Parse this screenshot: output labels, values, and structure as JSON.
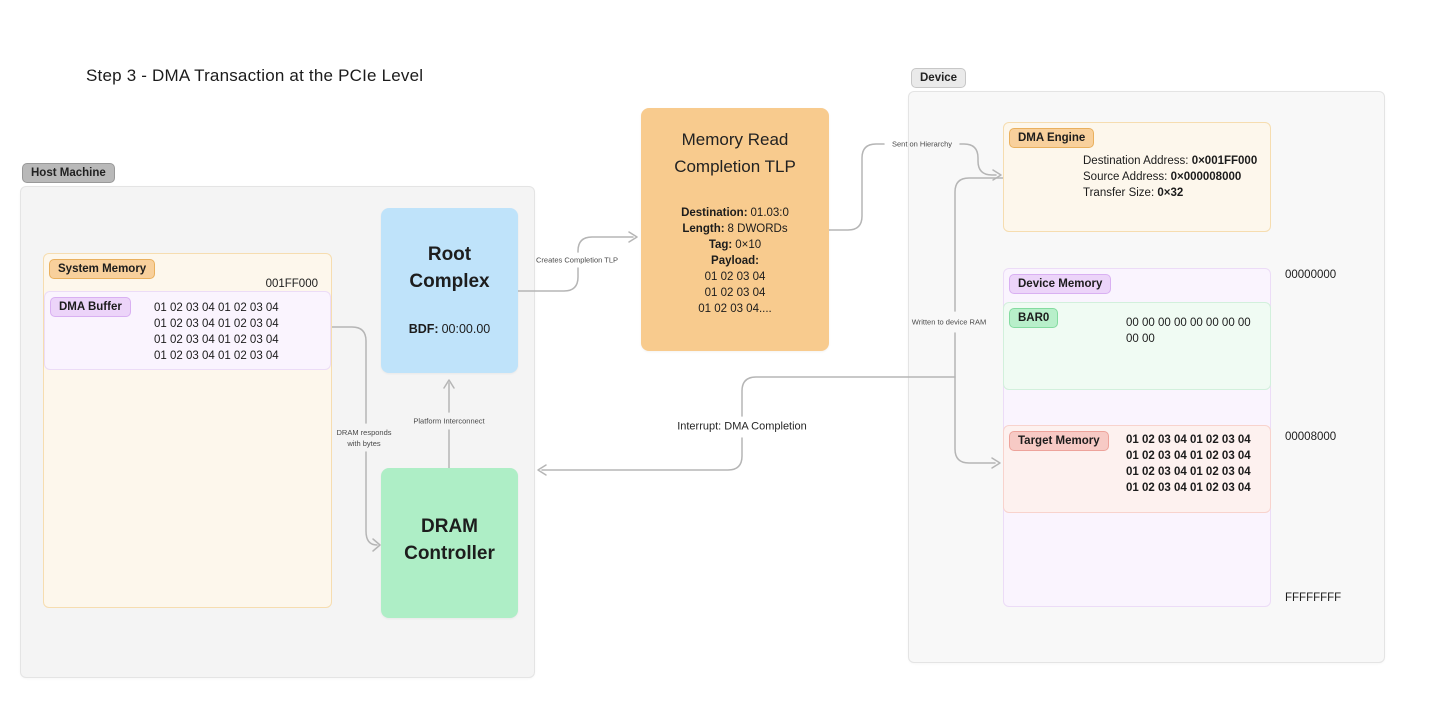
{
  "title": "Step 3 - DMA Transaction at the PCIe Level",
  "host": {
    "badge": "Host Machine",
    "system_memory": {
      "badge": "System Memory",
      "address": "001FF000",
      "dma_buffer": {
        "badge": "DMA Buffer",
        "lines": [
          "01 02 03 04 01 02 03 04",
          "01 02 03 04 01 02 03 04",
          "01 02 03 04 01 02 03 04",
          "01 02 03 04 01 02 03 04"
        ]
      }
    },
    "root_complex": {
      "line1": "Root",
      "line2": "Complex",
      "bdf_label": "BDF:",
      "bdf_value": "00:00.00"
    },
    "dram_controller": {
      "line1": "DRAM",
      "line2": "Controller"
    }
  },
  "tlp": {
    "line1": "Memory Read",
    "line2": "Completion TLP",
    "fields": [
      {
        "label": "Destination:",
        "value": "01.03:0"
      },
      {
        "label": "Length:",
        "value": "8 DWORDs"
      },
      {
        "label": "Tag:",
        "value": "0×10"
      },
      {
        "label": "Payload:",
        "value": ""
      }
    ],
    "payload_lines": [
      "01 02 03 04",
      "01 02 03 04",
      "01 02 03 04...."
    ]
  },
  "device": {
    "badge": "Device",
    "dma_engine": {
      "badge": "DMA Engine",
      "fields": [
        {
          "label": "Destination Address:",
          "value": "0×001FF000"
        },
        {
          "label": "Source Address:",
          "value": "0×000008000"
        },
        {
          "label": "Transfer Size:",
          "value": "0×32"
        }
      ]
    },
    "device_memory": {
      "badge": "Device Memory",
      "bar0": {
        "badge": "BAR0",
        "lines": [
          "00 00 00 00 00 00 00 00",
          "00 00"
        ]
      },
      "target_memory": {
        "badge": "Target Memory",
        "lines": [
          "01 02 03 04 01 02 03 04",
          "01 02 03 04 01 02 03 04",
          "01 02 03 04 01 02 03 04",
          "01 02 03 04 01 02 03 04"
        ]
      }
    },
    "addresses": [
      "00000000",
      "00008000",
      "FFFFFFFF"
    ]
  },
  "arrows": {
    "creates": "Creates Completion TLP",
    "sent": "Sent on Hierarchy",
    "written": "Written to device RAM",
    "interrupt": "Interrupt: DMA Completion",
    "dram_responds_line1": "DRAM responds",
    "dram_responds_line2": "with bytes",
    "platform": "Platform Interconnect"
  },
  "colors": {
    "page-bg": "#ffffff",
    "container-bg": "#f4f4f4",
    "device-container-bg": "#f8f8f8",
    "container-border": "#e4e4e4",
    "gray-badge-bg": "#b9b9b9",
    "gray-badge-border": "#999999",
    "light-gray-badge-bg": "#eaeaea",
    "light-gray-badge-border": "#c7c7c7",
    "cream-bg": "#fdf7ec",
    "cream-border": "#f6ddb0",
    "orange-badge-bg": "#f8d09c",
    "orange-badge-border": "#e9b05e",
    "purple-bg": "#faf4fe",
    "purple-border": "#ecdcf7",
    "purple-badge-bg": "#ecd4f9",
    "purple-badge-border": "#d9b0f2",
    "green-bg": "#f0fbf3",
    "green-border": "#d2f0dc",
    "green-badge-bg": "#b8efca",
    "green-badge-border": "#84dba0",
    "pink-bg": "#fdf1ef",
    "pink-border": "#f8d3cd",
    "pink-badge-bg": "#f7cac5",
    "pink-badge-border": "#eda39b",
    "blue-node-bg": "#bfe3fa",
    "green-node-bg": "#aeeec6",
    "orange-node-bg": "#f8cb8e",
    "arrow": "#b5b5b5",
    "text": "#1c1c1c",
    "label-text": "#4a4a4a"
  }
}
